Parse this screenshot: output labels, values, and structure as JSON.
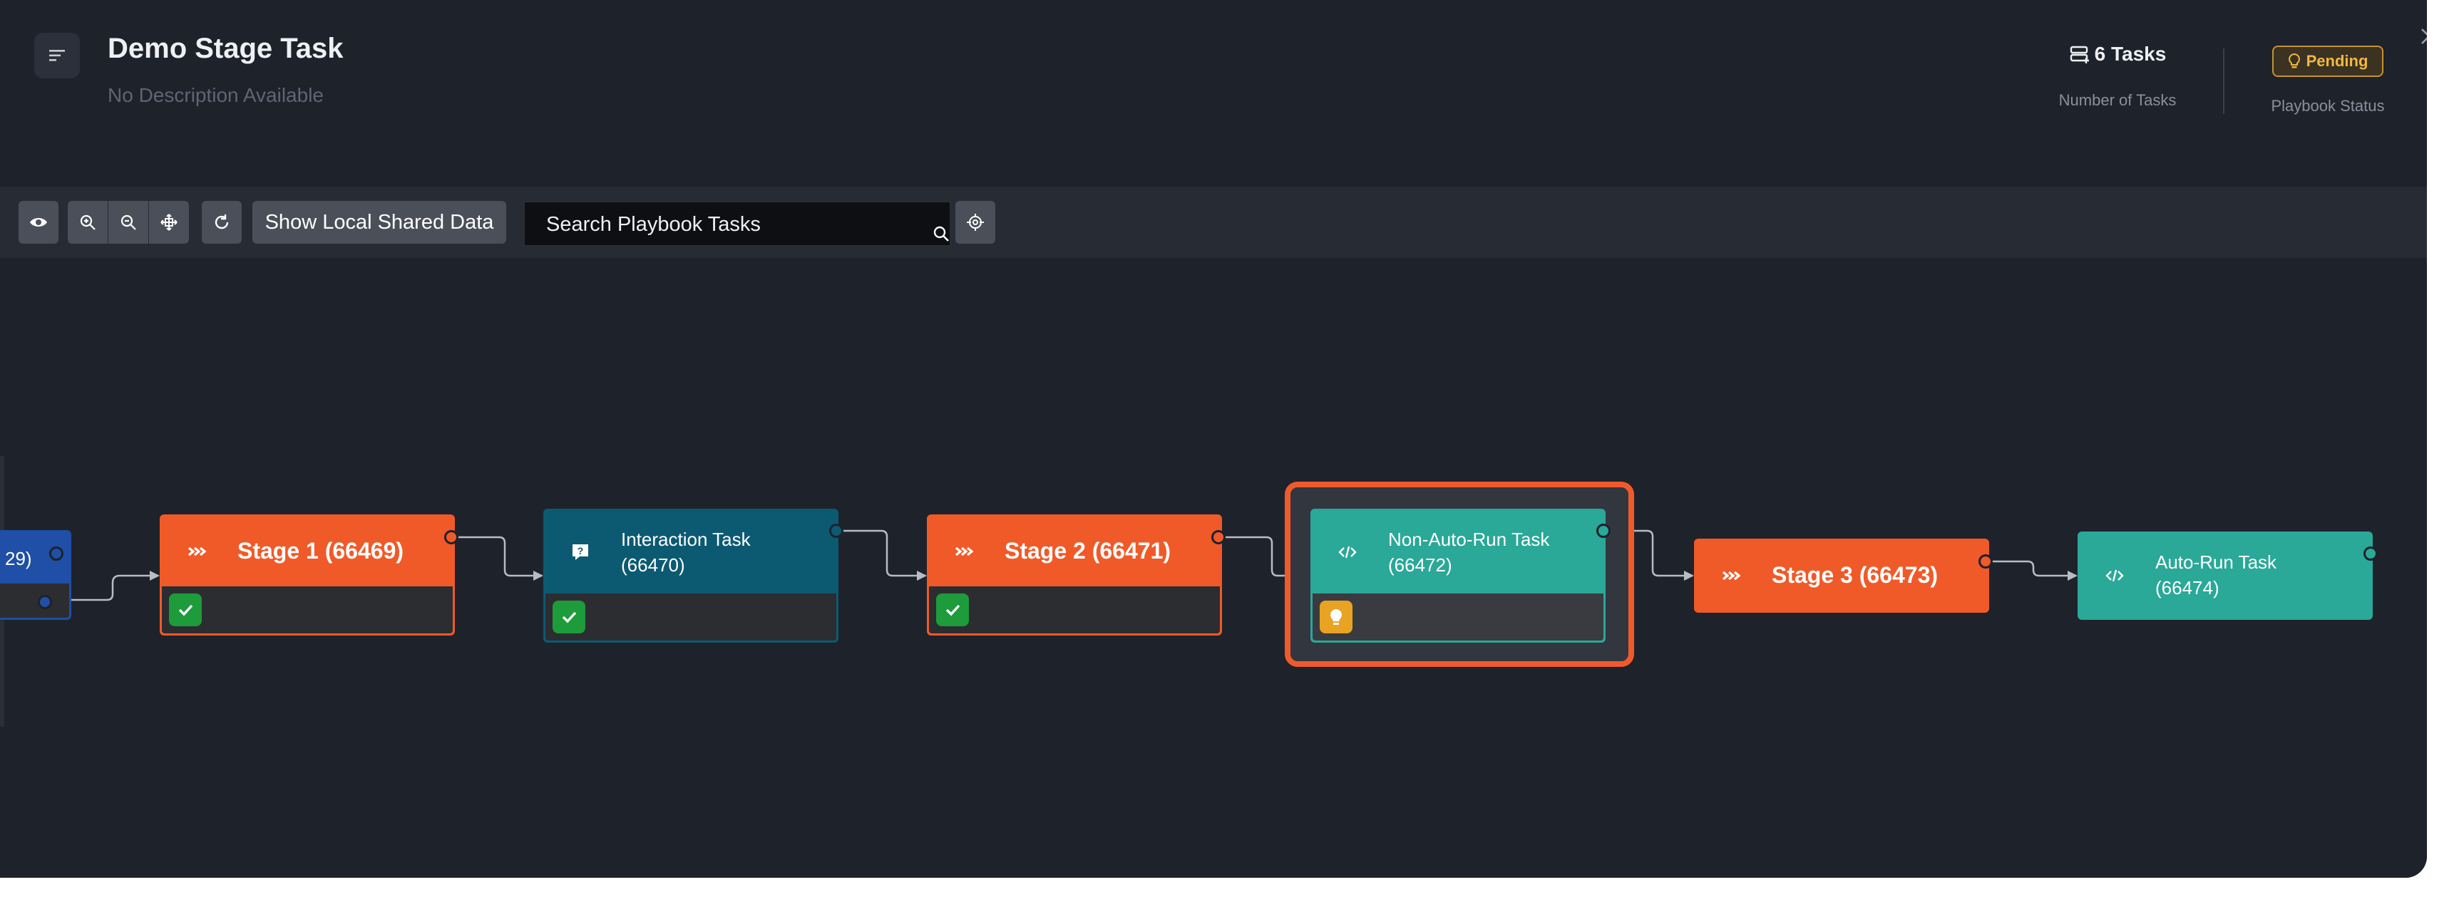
{
  "header": {
    "title": "Demo Stage Task",
    "description": "No Description Available",
    "task_count": "6 Tasks",
    "task_count_label": "Number of Tasks",
    "status": "Pending",
    "status_label": "Playbook Status"
  },
  "toolbar": {
    "shared_data_label": "Show Local Shared Data",
    "search_placeholder": "Search Playbook Tasks"
  },
  "colors": {
    "stage": "#f05a28",
    "interaction": "#0c5a72",
    "code": "#2aa898",
    "success": "#1e9b3b",
    "pending": "#e8a322",
    "partial": "#1f4fa6"
  },
  "nodes": {
    "partial": {
      "label": "29)"
    },
    "stage1": {
      "label": "Stage 1 (66469)",
      "status": "completed"
    },
    "interaction": {
      "label_line1": "Interaction Task",
      "label_line2": "(66470)",
      "status": "completed"
    },
    "stage2": {
      "label": "Stage 2 (66471)",
      "status": "completed"
    },
    "nonauto": {
      "label_line1": "Non-Auto-Run Task",
      "label_line2": "(66472)",
      "status": "pending"
    },
    "stage3": {
      "label": "Stage 3 (66473)"
    },
    "autorun": {
      "label_line1": "Auto-Run Task",
      "label_line2": "(66474)"
    }
  }
}
